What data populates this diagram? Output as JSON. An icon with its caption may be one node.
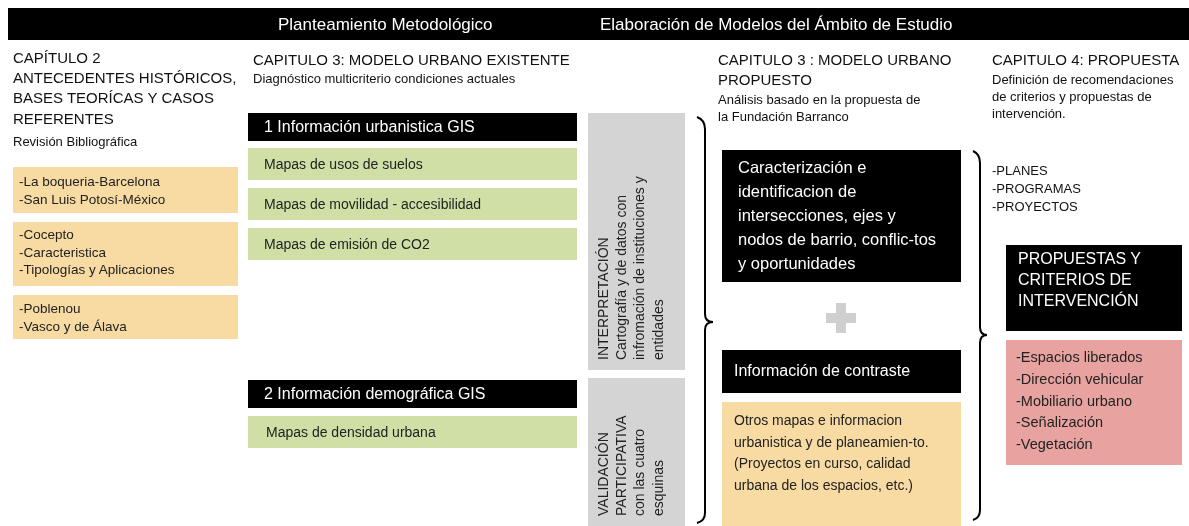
{
  "diagram": {
    "nodes": [
      {
        "text": [
          "Planteamiento Metodológico",
          "Elaboración de Modelos del Ámbito de Estudio"
        ]
      },
      {
        "text": [
          "-La boqueria-Barcelona",
          "-San Luis Potosí-México"
        ]
      },
      {
        "text": [
          "-Cocepto",
          "-Caracteristica",
          "-Tipologías y Aplicaciones"
        ]
      },
      {
        "text": [
          "-Poblenou",
          "-Vasco y de Álava"
        ]
      },
      {
        "text": [
          "1 Información urbanistica GIS"
        ]
      },
      {
        "text": [
          "Mapas de usos de suelos"
        ]
      },
      {
        "text": [
          "Mapas de movilidad - accesibilidad"
        ]
      },
      {
        "text": [
          "Mapas de emisión de CO2"
        ]
      },
      {
        "text": [
          "2 Información demográfica GIS"
        ]
      },
      {
        "text": [
          "Mapas de densidad urbana"
        ]
      },
      {
        "text": [
          "INTERPRETACIÓN",
          "Cartografía y de datos con infromación de instituciones y entidades"
        ]
      },
      {
        "text": [
          "VALIDACIÓN PARTICIPATIVA",
          "con las cuatro esquinas"
        ]
      },
      {
        "text": [
          "Caracterización e identificacion de intersecciones, ejes y nodos de barrio, conflic-tos y oportunidades"
        ]
      },
      {
        "text": [
          "Información de contraste"
        ]
      },
      {
        "text": [
          "Otros mapas e informacion urbanistica y de planeamien-to. (Proyectos en curso, calidad urbana de los espacios, etc.)"
        ]
      },
      {
        "text": [
          "PROPUESTAS Y CRITERIOS DE INTERVENCIÓN"
        ]
      },
      {
        "text": [
          "-Espacios liberados",
          "-Dirección vehicular",
          "-Mobiliario urbano",
          "-Señalización",
          "-Vegetación"
        ]
      }
    ],
    "labels": [
      "CAPÍTULO 2",
      "ANTECEDENTES HISTÓRICOS, BASES TEORÍCAS Y CASOS REFERENTES",
      "Revisión Bibliográfica",
      "CAPITULO 3: MODELO URBANO EXISTENTE",
      "Diagnóstico multicriterio condiciones actuales",
      "CAPITULO 3 : MODELO URBANO PROPUESTO",
      "Análisis basado en la propuesta de la Fundación Barranco",
      "CAPITULO 4: PROPUESTA",
      "Definición de recomendaciones de criterios y propuestas de intervención.",
      "-PLANES",
      "-PROGRAMAS",
      "-PROYECTOS"
    ]
  }
}
